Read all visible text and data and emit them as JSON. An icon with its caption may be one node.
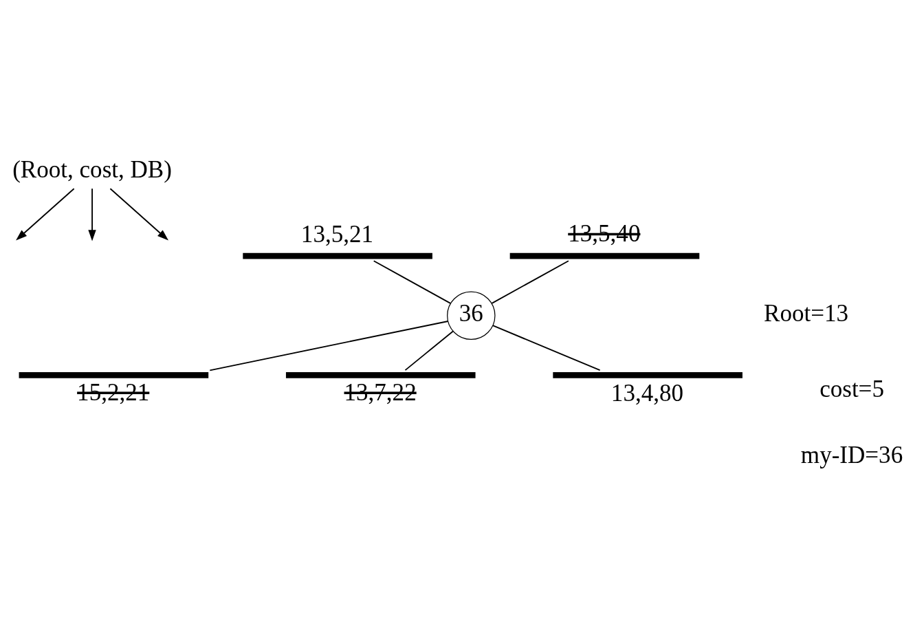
{
  "diagram": {
    "nodes": [
      {
        "text": [
          "(Root, cost, DB)"
        ]
      },
      {
        "text": [],
        "shape": "bar",
        "beside": [
          "13,5,21"
        ]
      },
      {
        "text": [],
        "shape": "bar",
        "beside": [
          "13,5,40"
        ]
      },
      {
        "text": [
          "36"
        ]
      },
      {
        "text": [],
        "shape": "bar",
        "beside": [
          "15,2,21"
        ]
      },
      {
        "text": [],
        "shape": "bar",
        "beside": [
          "13,7,22"
        ]
      },
      {
        "text": [],
        "shape": "bar",
        "beside": [
          "13,4,80"
        ]
      }
    ],
    "edges": [
      {
        "from": 0,
        "to": null,
        "arrow": "to"
      },
      {
        "from": 0,
        "to": null,
        "arrow": "to"
      },
      {
        "from": 0,
        "to": null,
        "arrow": "to"
      },
      {
        "from": 1,
        "to": 3,
        "arrow": "none"
      },
      {
        "from": 2,
        "to": 3,
        "arrow": "none"
      },
      {
        "from": 3,
        "to": 4,
        "arrow": "none"
      },
      {
        "from": 3,
        "to": 5,
        "arrow": "none"
      },
      {
        "from": 3,
        "to": 6,
        "arrow": "none"
      }
    ],
    "labels": [
      "Root=13",
      "cost=5",
      "my-ID=36"
    ]
  }
}
